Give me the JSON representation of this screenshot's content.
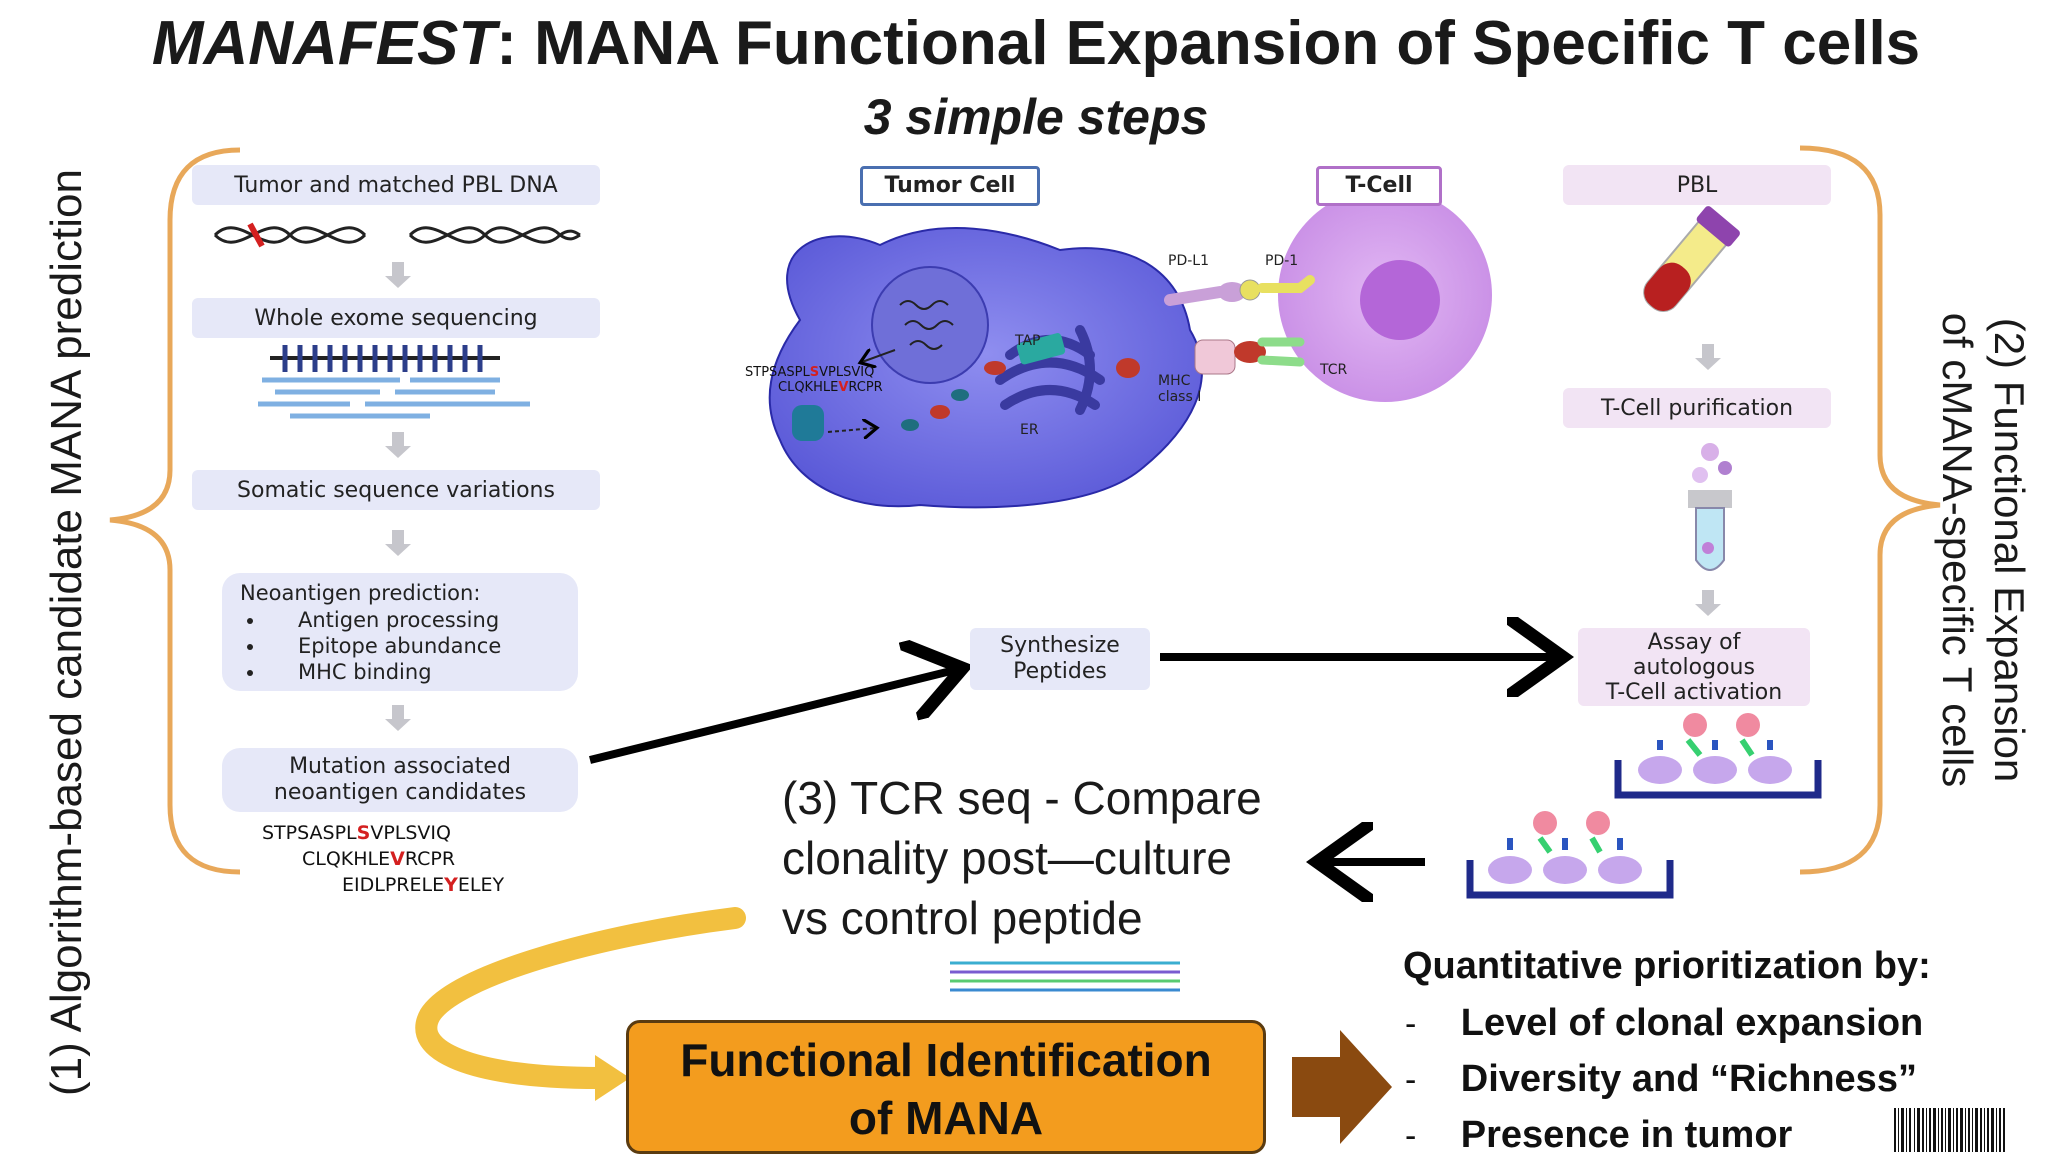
{
  "title": {
    "italic": "MANAFEST",
    "rest": ": MANA Functional Expansion of Specific T cells"
  },
  "subtitle": "3 simple steps",
  "left_label": "(1) Algorithm-based candidate MANA prediction",
  "right_label": {
    "line1": "(2) Functional Expansion",
    "line2": "of cMANA-specific T cells"
  },
  "left_steps": {
    "tumor_dna": "Tumor and matched PBL DNA",
    "wes": "Whole exome sequencing",
    "somatic": "Somatic sequence variations",
    "neo_title": "Neoantigen prediction:",
    "neo_items": [
      "Antigen processing",
      "Epitope abundance",
      "MHC binding"
    ],
    "mutation": {
      "line1": "Mutation associated",
      "line2": "neoantigen candidates"
    },
    "sequences": [
      {
        "pre": "STPSASPL",
        "mut": "S",
        "post": "VPLSVIQ"
      },
      {
        "pre": "CLQKHLE",
        "mut": "V",
        "post": "RCPR"
      },
      {
        "pre": "EIDLPRELE",
        "mut": "Y",
        "post": "ELEY"
      }
    ]
  },
  "center": {
    "tumor_cell_label": "Tumor Cell",
    "tcell_label": "T-Cell",
    "pdl1": "PD-L1",
    "pd1": "PD-1",
    "tap": "TAP",
    "er": "ER",
    "mhc": {
      "line1": "MHC",
      "line2": "class I"
    },
    "tcr": "TCR",
    "cell_seq1": {
      "pre": "STPSASPL",
      "mut": "S",
      "post": "VPLSVIQ"
    },
    "cell_seq2": {
      "pre": "CLQKHLE",
      "mut": "V",
      "post": "RCPR"
    },
    "synth": {
      "line1": "Synthesize",
      "line2": "Peptides"
    }
  },
  "right_steps": {
    "pbl": "PBL",
    "purification": "T-Cell purification",
    "assay": {
      "line1": "Assay of",
      "line2": "autologous",
      "line3": "T-Cell activation"
    }
  },
  "tcr_seq": {
    "line1": "(3) TCR seq - Compare",
    "line2": "clonality post—culture",
    "line3": "vs control peptide"
  },
  "functional_id": {
    "line1": "Functional Identification",
    "line2": "of MANA"
  },
  "quant": {
    "heading": "Quantitative prioritization by:",
    "items": [
      "Level of clonal expansion",
      "Diversity and “Richness”",
      "Presence in tumor"
    ]
  },
  "colors": {
    "bracket": "#e8a85a",
    "step_blue": "#e6e8f8",
    "step_pink": "#f2e4f4",
    "accent_orange": "#f39c1e",
    "mutation_red": "#d42020"
  },
  "icons": [
    "dna-helix-icon",
    "test-tube-icon",
    "cursor-icon",
    "barcode-icon"
  ]
}
